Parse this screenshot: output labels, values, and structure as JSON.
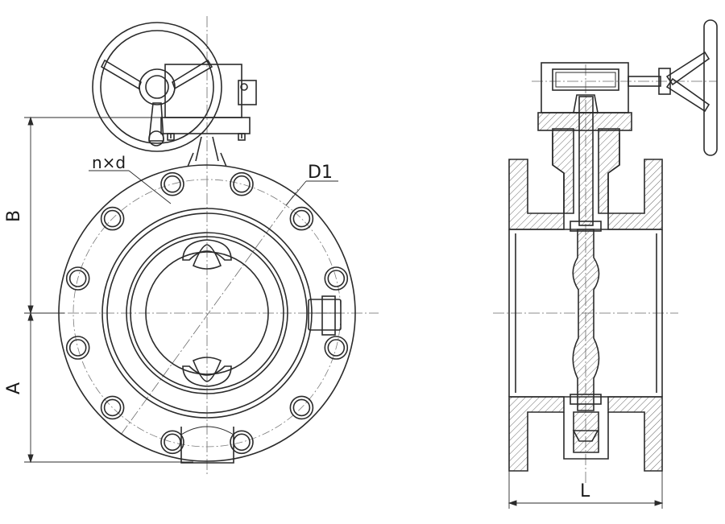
{
  "drawing": {
    "labels": {
      "holes": "n×d",
      "bolt_circle": "D1",
      "dim_b": "B",
      "dim_a": "A",
      "dim_l": "L"
    },
    "bolt_hole_count": 12,
    "line_color": "#2b2b2b",
    "center_line_color": "#6a6a6a",
    "hatch_color": "#444444",
    "icons": [
      "handwheel-icon",
      "gearbox-icon",
      "flange-icon",
      "butterfly-disc-icon"
    ]
  }
}
